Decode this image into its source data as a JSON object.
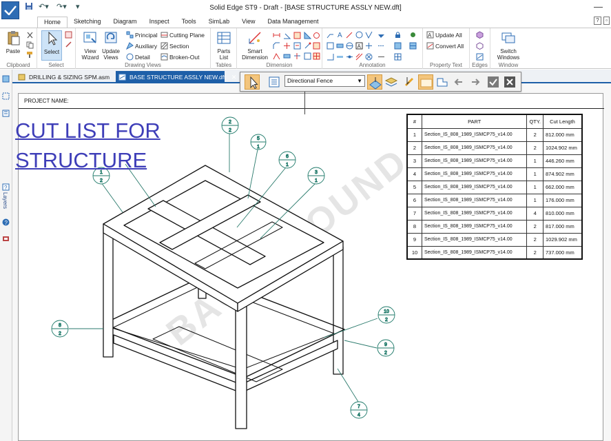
{
  "window": {
    "title": "Solid Edge ST9 - Draft - [BASE STRUCTURE ASSLY NEW.dft]"
  },
  "ribbon_tabs": [
    "Home",
    "Sketching",
    "Diagram",
    "Inspect",
    "Tools",
    "SimLab",
    "View",
    "Data Management"
  ],
  "ribbon": {
    "clipboard": {
      "paste": "Paste",
      "label": "Clipboard"
    },
    "select": {
      "select": "Select",
      "label": "Select"
    },
    "drawing_views": {
      "view_wizard_1": "View",
      "view_wizard_2": "Wizard",
      "update_views_1": "Update",
      "update_views_2": "Views",
      "principal": "Principal",
      "auxiliary": "Auxiliary",
      "detail": "Detail",
      "cutting_plane": "Cutting Plane",
      "section": "Section",
      "broken_out": "Broken-Out",
      "label": "Drawing Views"
    },
    "tables": {
      "parts_list_1": "Parts",
      "parts_list_2": "List",
      "label": "Tables"
    },
    "dimension": {
      "smart_1": "Smart",
      "smart_2": "Dimension",
      "label": "Dimension"
    },
    "annotation": {
      "label": "Annotation"
    },
    "property_text": {
      "update_all": "Update All",
      "convert_all": "Convert All",
      "label": "Property Text"
    },
    "edges": {
      "label": "Edges"
    },
    "window": {
      "switch_1": "Switch",
      "switch_2": "Windows",
      "label": "Window"
    }
  },
  "doc_tabs": [
    {
      "label": "DRILLING & SIZING SPM.asm",
      "active": false
    },
    {
      "label": "BASE STRUCTURE ASSLY NEW.dft",
      "active": true
    }
  ],
  "left_strip": {
    "layers": "Layers"
  },
  "fence_toolbar": {
    "mode": "Directional Fence"
  },
  "drawing": {
    "project_name_label": "PROJECT NAME:",
    "title_line1": "CUT LIST FOR",
    "title_line2": "STRUCTURE",
    "watermark": "BACKGROUND"
  },
  "cut_list": {
    "headers": [
      "#",
      "PART",
      "QTY.",
      "Cut Length"
    ],
    "rows": [
      [
        "1",
        "Section_IS_808_1989_ISMCP75_v14.00",
        "2",
        "812.000 mm"
      ],
      [
        "2",
        "Section_IS_808_1989_ISMCP75_v14.00",
        "2",
        "1024.902 mm"
      ],
      [
        "3",
        "Section_IS_808_1989_ISMCP75_v14.00",
        "1",
        "446.260 mm"
      ],
      [
        "4",
        "Section_IS_808_1989_ISMCP75_v14.00",
        "1",
        "874.902 mm"
      ],
      [
        "5",
        "Section_IS_808_1989_ISMCP75_v14.00",
        "1",
        "662.000 mm"
      ],
      [
        "6",
        "Section_IS_808_1989_ISMCP75_v14.00",
        "1",
        "176.000 mm"
      ],
      [
        "7",
        "Section_IS_808_1989_ISMCP75_v14.00",
        "4",
        "810.000 mm"
      ],
      [
        "8",
        "Section_IS_808_1989_ISMCP75_v14.00",
        "2",
        "817.000 mm"
      ],
      [
        "9",
        "Section_IS_808_1989_ISMCP75_v14.00",
        "2",
        "1029.902 mm"
      ],
      [
        "10",
        "Section_IS_808_1989_ISMCP75_v14.00",
        "2",
        "737.000 mm"
      ]
    ]
  },
  "balloons": [
    {
      "item": "2",
      "qty": "2"
    },
    {
      "item": "5",
      "qty": "1"
    },
    {
      "item": "6",
      "qty": "1"
    },
    {
      "item": "1",
      "qty": "2"
    },
    {
      "item": "3",
      "qty": "1"
    },
    {
      "item": "8",
      "qty": "2"
    },
    {
      "item": "10",
      "qty": "2"
    },
    {
      "item": "9",
      "qty": "2"
    },
    {
      "item": "7",
      "qty": "4"
    }
  ],
  "colors": {
    "accent": "#1e5fa8",
    "title_text": "#3e3eb8",
    "balloon": "#1f7a6a",
    "fence_active": "#f3c57d"
  }
}
